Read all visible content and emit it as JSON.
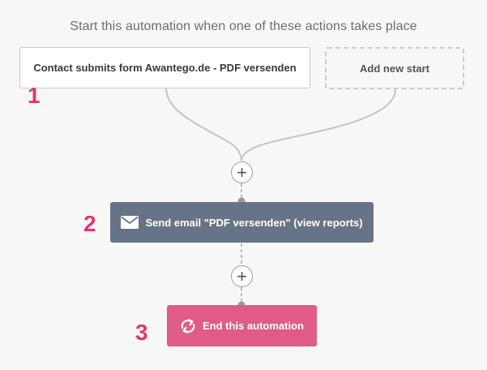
{
  "heading": "Start this automation when one of these actions takes place",
  "start_trigger": {
    "label": "Contact submits form Awantego.de - PDF versenden"
  },
  "add_start": {
    "label": "Add new start"
  },
  "steps": {
    "one": "1",
    "two": "2",
    "three": "3"
  },
  "plus_symbol": "+",
  "email_action": {
    "label": "Send email \"PDF versenden\" (view reports)",
    "icon": "envelope-icon"
  },
  "end_action": {
    "label": "End this automation",
    "icon": "refresh-arrows-icon"
  },
  "colors": {
    "email_action_bg": "#677487",
    "end_action_bg": "#e05b87",
    "step_number": "#e8336d"
  }
}
